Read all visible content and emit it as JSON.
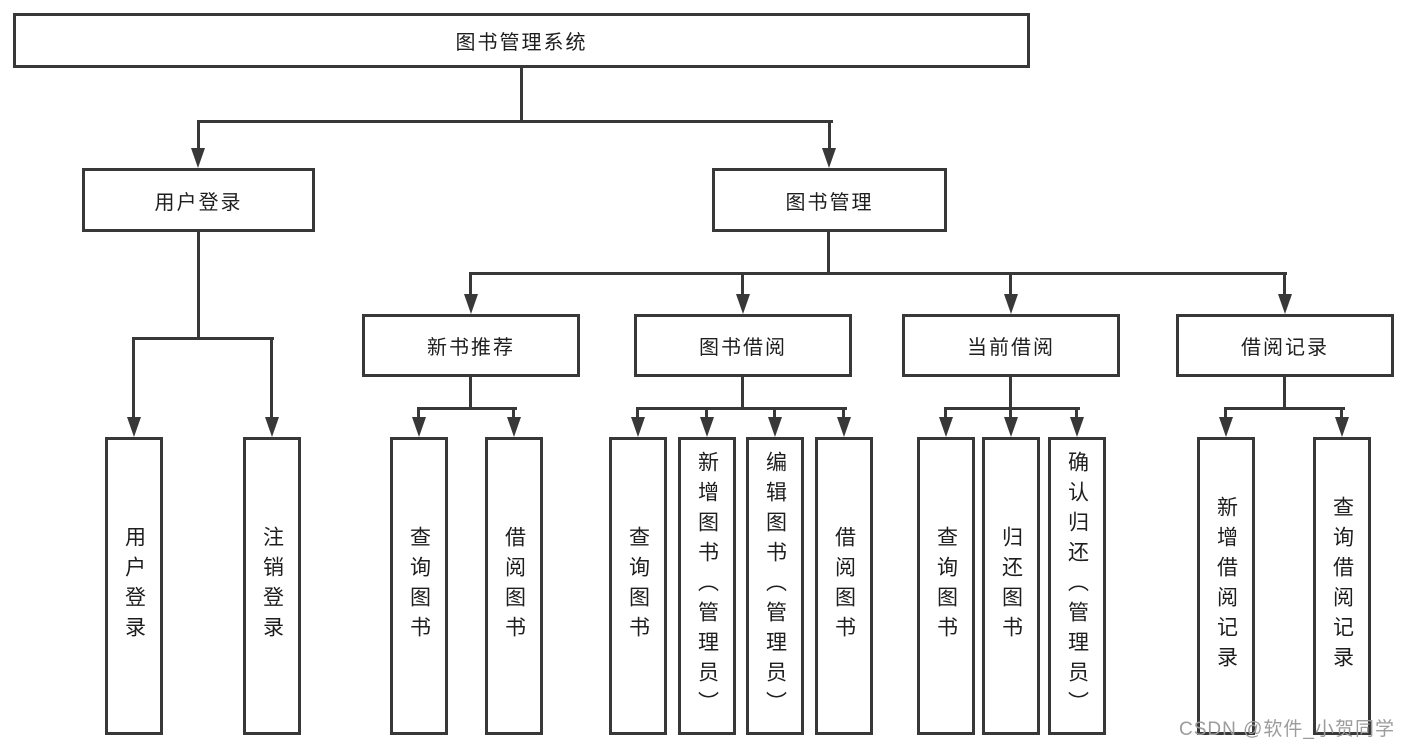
{
  "colors": {
    "line": "#383838",
    "box_border": "#383838",
    "box_background": "#ffffff",
    "text": "#1e1e1e",
    "watermark": "#9c9c9c"
  },
  "nodes": {
    "root": "图书管理系统",
    "user_login": "用户登录",
    "book_mgmt": "图书管理",
    "new_book_rec": "新书推荐",
    "book_borrow": "图书借阅",
    "current_borrow": "当前借阅",
    "borrow_record": "借阅记录",
    "leaf_user_login": "用户登录",
    "leaf_logout": "注销登录",
    "b_query_book": "查询图书",
    "b_borrow_book": "借阅图书",
    "c_query_book": "查询图书",
    "c_add_book": "新增图书（管理员）",
    "c_edit_book": "编辑图书（管理员）",
    "c_borrow_book": "借阅图书",
    "d_query_book": "查询图书",
    "d_return_book": "归还图书",
    "d_confirm_return": "确认归还（管理员）",
    "e_add_record": "新增借阅记录",
    "e_query_record": "查询借阅记录"
  },
  "watermark": "CSDN @软件_小贺同学"
}
